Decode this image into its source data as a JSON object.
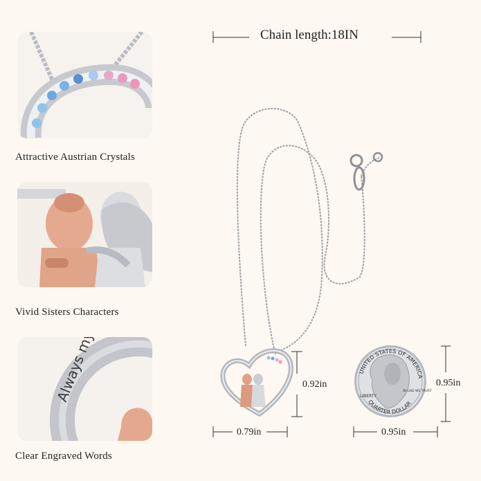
{
  "header": {
    "chain_length": "Chain length:18IN"
  },
  "features": [
    {
      "caption": "Attractive  Austrian Crystals",
      "image": "crystal-ring-closeup"
    },
    {
      "caption": "Vivid Sisters Characters",
      "image": "sisters-figures-closeup"
    },
    {
      "caption": "Clear Engraved Words",
      "image": "engraved-ring-closeup"
    }
  ],
  "pendant_dimensions": {
    "height": "0.92in",
    "width": "0.79in"
  },
  "coin": {
    "height": "0.95in",
    "width": "0.95in",
    "top_text": "UNITED STATES OF AMERICA",
    "bottom_text": "QUARTER DOLLAR",
    "liberty": "LIBERTY",
    "motto": "IN GOD WE TRUST"
  },
  "engraving": "Always my sister"
}
